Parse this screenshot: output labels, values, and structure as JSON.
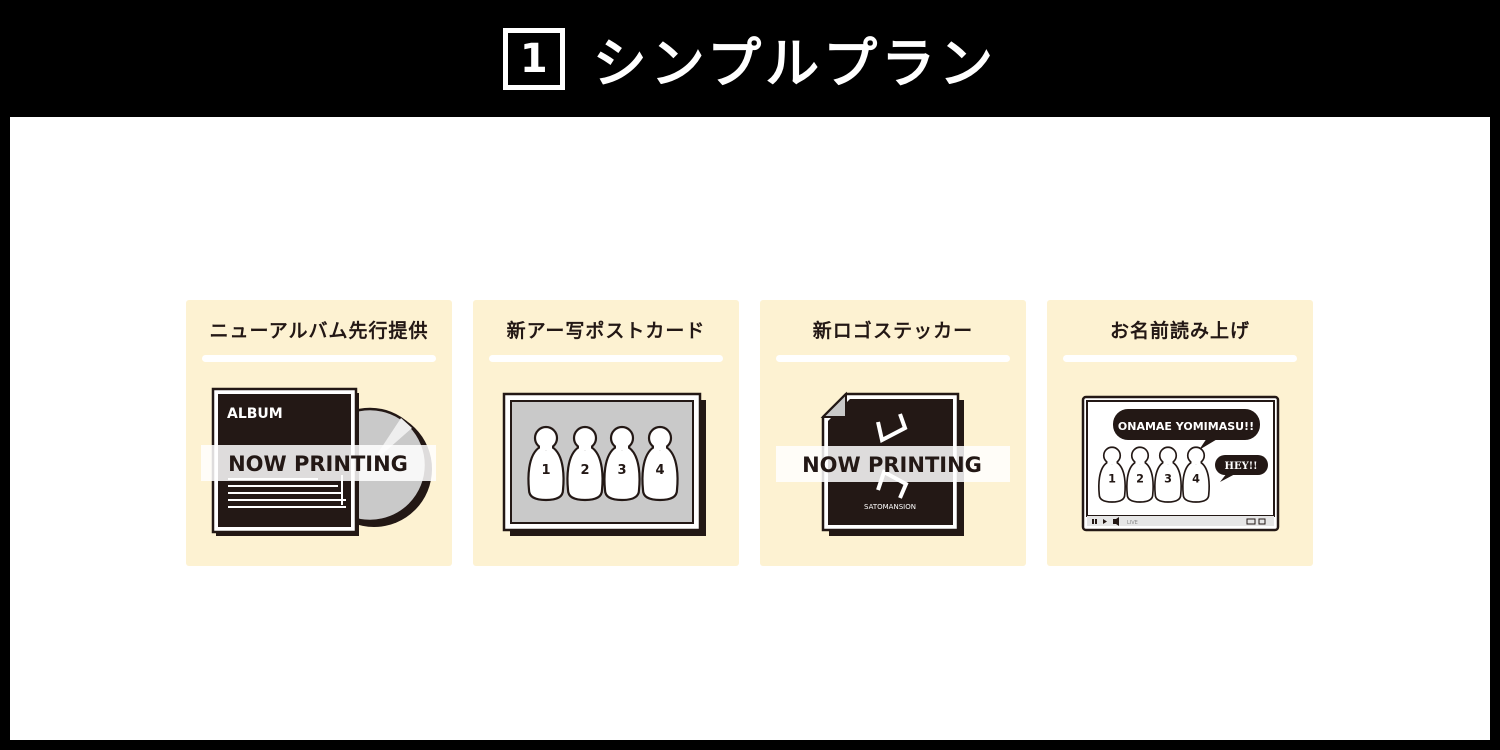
{
  "header": {
    "number": "1",
    "title": "シンプルプラン"
  },
  "cards": [
    {
      "title": "ニューアルバム先行提供",
      "album_label": "ALBUM",
      "overlay": "NOW PRINTING"
    },
    {
      "title": "新アー写ポストカード",
      "figures": [
        "1",
        "2",
        "3",
        "4"
      ]
    },
    {
      "title": "新ロゴステッカー",
      "logo_text": "SATOMANSION",
      "overlay": "NOW PRINTING"
    },
    {
      "title": "お名前読み上げ",
      "bubble": "ONAMAE YOMIMASU!!",
      "hey": "HEY!!",
      "figures": [
        "1",
        "2",
        "3",
        "4"
      ],
      "player_live": "LIVE"
    }
  ],
  "colors": {
    "card_bg": "#fdf2d2",
    "ink": "#231815",
    "frame": "#000000"
  }
}
